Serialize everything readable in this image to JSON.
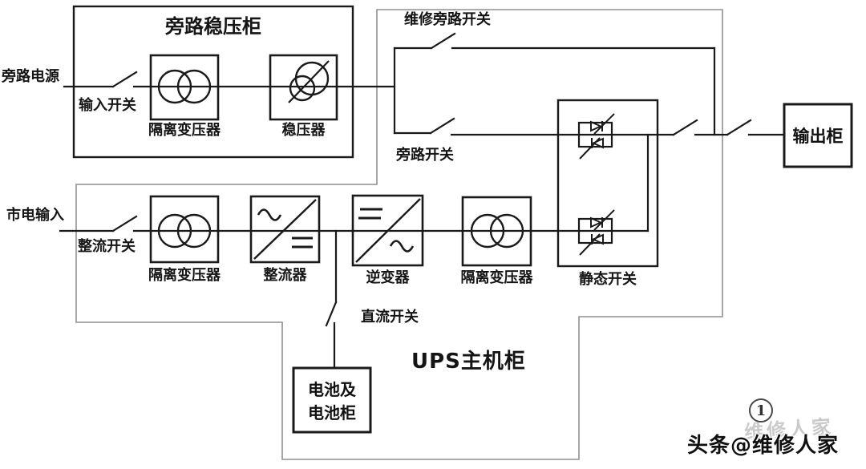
{
  "colors": {
    "wire": "#1a1a1a",
    "cabinet_outline": "#909090",
    "background": "#ffffff",
    "watermark_gray": "#a8a8a8"
  },
  "bypass_cabinet": {
    "title": "旁路稳压柜",
    "source": "旁路电源",
    "input_switch": "输入开关",
    "isolation_transformer": "隔离变压器",
    "stabilizer": "稳压器"
  },
  "bypass_lines": {
    "maintenance_switch": "维修旁路开关",
    "bypass_switch": "旁路开关"
  },
  "main_chain": {
    "mains_input": "市电输入",
    "rectifier_switch": "整流开关",
    "isolation_transformer_in": "隔离变压器",
    "rectifier": "整流器",
    "inverter": "逆变器",
    "isolation_transformer_out": "隔离变压器",
    "static_switch": "静态开关"
  },
  "battery_branch": {
    "dc_switch": "直流开关",
    "battery_line1": "电池及",
    "battery_line2": "电池柜"
  },
  "cabinets": {
    "ups_main": "UPS主机柜",
    "output": "输出柜"
  },
  "watermark": {
    "figure_badge": "1",
    "ghost": "维修人家",
    "credit": "头条@维修人家"
  }
}
